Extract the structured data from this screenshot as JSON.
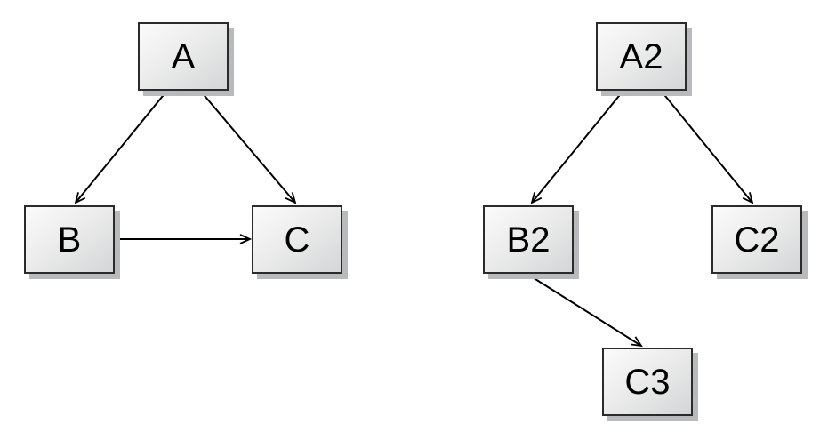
{
  "page": {
    "background": "#ffffff"
  },
  "diagram": {
    "type": "node-link-diagram",
    "graphs": [
      {
        "name": "left",
        "nodes": [
          {
            "id": "A",
            "label": "A"
          },
          {
            "id": "B",
            "label": "B"
          },
          {
            "id": "C",
            "label": "C"
          }
        ],
        "edges": [
          {
            "from": "A",
            "to": "B"
          },
          {
            "from": "A",
            "to": "C"
          },
          {
            "from": "B",
            "to": "C"
          }
        ]
      },
      {
        "name": "right",
        "nodes": [
          {
            "id": "A2",
            "label": "A2"
          },
          {
            "id": "B2",
            "label": "B2"
          },
          {
            "id": "C2",
            "label": "C2"
          },
          {
            "id": "C3",
            "label": "C3"
          }
        ],
        "edges": [
          {
            "from": "A2",
            "to": "B2"
          },
          {
            "from": "A2",
            "to": "C2"
          },
          {
            "from": "B2",
            "to": "C3"
          }
        ]
      }
    ],
    "colors": {
      "node_fill_top": "#fbfbfb",
      "node_fill_bottom": "#d4d6d7",
      "node_border": "#2b2b2b",
      "node_shadow": "#b8babb",
      "edge": "#000000",
      "label": "#000000",
      "background": "#ffffff"
    }
  }
}
